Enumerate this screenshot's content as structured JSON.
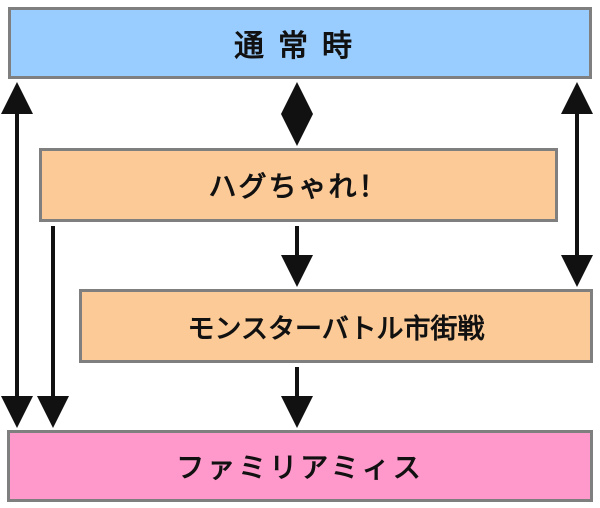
{
  "nodes": {
    "normal": {
      "label": "通常時",
      "color": "#99ccff"
    },
    "hug_chare": {
      "label": "ハグちゃれ！",
      "color": "#fcca96"
    },
    "monster_battle": {
      "label": "モンスターバトル市街戦",
      "color": "#fcca96"
    },
    "familia_miss": {
      "label": "ファミリアミィス",
      "color": "#ff99cc"
    }
  },
  "edges": [
    {
      "from": "normal",
      "to": "familia_miss",
      "direction": "both"
    },
    {
      "from": "normal",
      "to": "hug_chare",
      "direction": "both"
    },
    {
      "from": "normal",
      "to": "monster_battle",
      "direction": "both"
    },
    {
      "from": "hug_chare",
      "to": "monster_battle",
      "direction": "forward"
    },
    {
      "from": "hug_chare",
      "to": "familia_miss",
      "direction": "forward"
    },
    {
      "from": "monster_battle",
      "to": "familia_miss",
      "direction": "forward"
    }
  ],
  "arrow_color": "#111111"
}
